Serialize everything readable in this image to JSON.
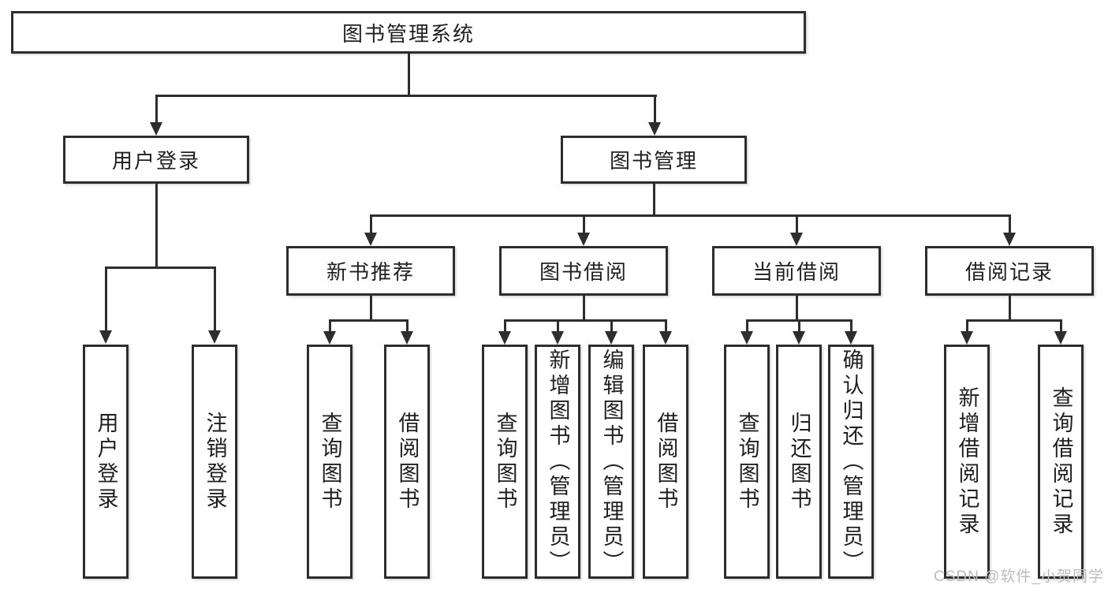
{
  "diagram": {
    "type": "hierarchy-tree",
    "nodes": {
      "root": {
        "label": "图书管理系统"
      },
      "level2": [
        {
          "label": "用户登录"
        },
        {
          "label": "图书管理"
        }
      ],
      "level3": [
        {
          "label": "新书推荐"
        },
        {
          "label": "图书借阅"
        },
        {
          "label": "当前借阅"
        },
        {
          "label": "借阅记录"
        }
      ],
      "leaves": {
        "user_login": [
          "用户登录",
          "注销登录"
        ],
        "new_book": [
          "查询图书",
          "借阅图书"
        ],
        "book_borrow": [
          "查询图书",
          "新增图书（管理员）",
          "编辑图书（管理员）",
          "借阅图书"
        ],
        "current_borrow": [
          "查询图书",
          "归还图书",
          "确认归还（管理员）"
        ],
        "borrow_records": [
          "新增借阅记录",
          "查询借阅记录"
        ]
      }
    },
    "colors": {
      "line": "#2d2d2d",
      "text": "#1f1f1f",
      "background": "#ffffff",
      "watermark": "#bcbcbc"
    }
  },
  "watermark": "CSDN @软件_小贺同学"
}
